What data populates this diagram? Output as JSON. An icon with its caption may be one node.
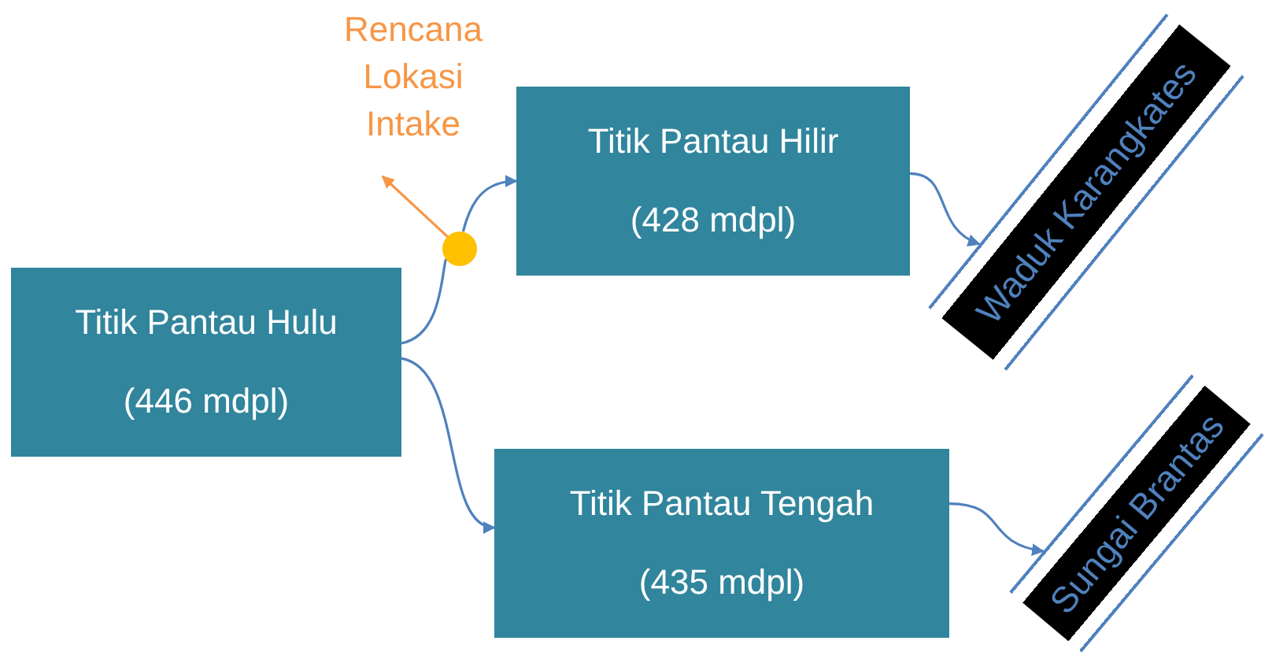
{
  "diagram": {
    "nodes": [
      {
        "text": [
          "Titik Pantau Hulu",
          "(446 mdpl)"
        ]
      },
      {
        "text": [
          "Titik Pantau Hilir",
          "(428 mdpl)"
        ]
      },
      {
        "text": [
          "Titik Pantau Tengah",
          "(435 mdpl)"
        ]
      },
      {
        "text": [
          "Waduk Karangkates"
        ]
      },
      {
        "text": [
          "Sungai Brantas"
        ]
      },
      {
        "text": [],
        "shape": "circle"
      },
      {
        "text": [
          "Rencana Lokasi Intake"
        ]
      }
    ],
    "edges": [
      {
        "from": 0,
        "to": 5,
        "arrow": "none"
      },
      {
        "from": 5,
        "to": 1,
        "arrow": "to"
      },
      {
        "from": 0,
        "to": 2,
        "arrow": "to"
      },
      {
        "from": 1,
        "to": 3,
        "arrow": "to"
      },
      {
        "from": 2,
        "to": 4,
        "arrow": "to"
      },
      {
        "from": 5,
        "to": 6,
        "arrow": "to",
        "color": "#f79646"
      }
    ]
  }
}
